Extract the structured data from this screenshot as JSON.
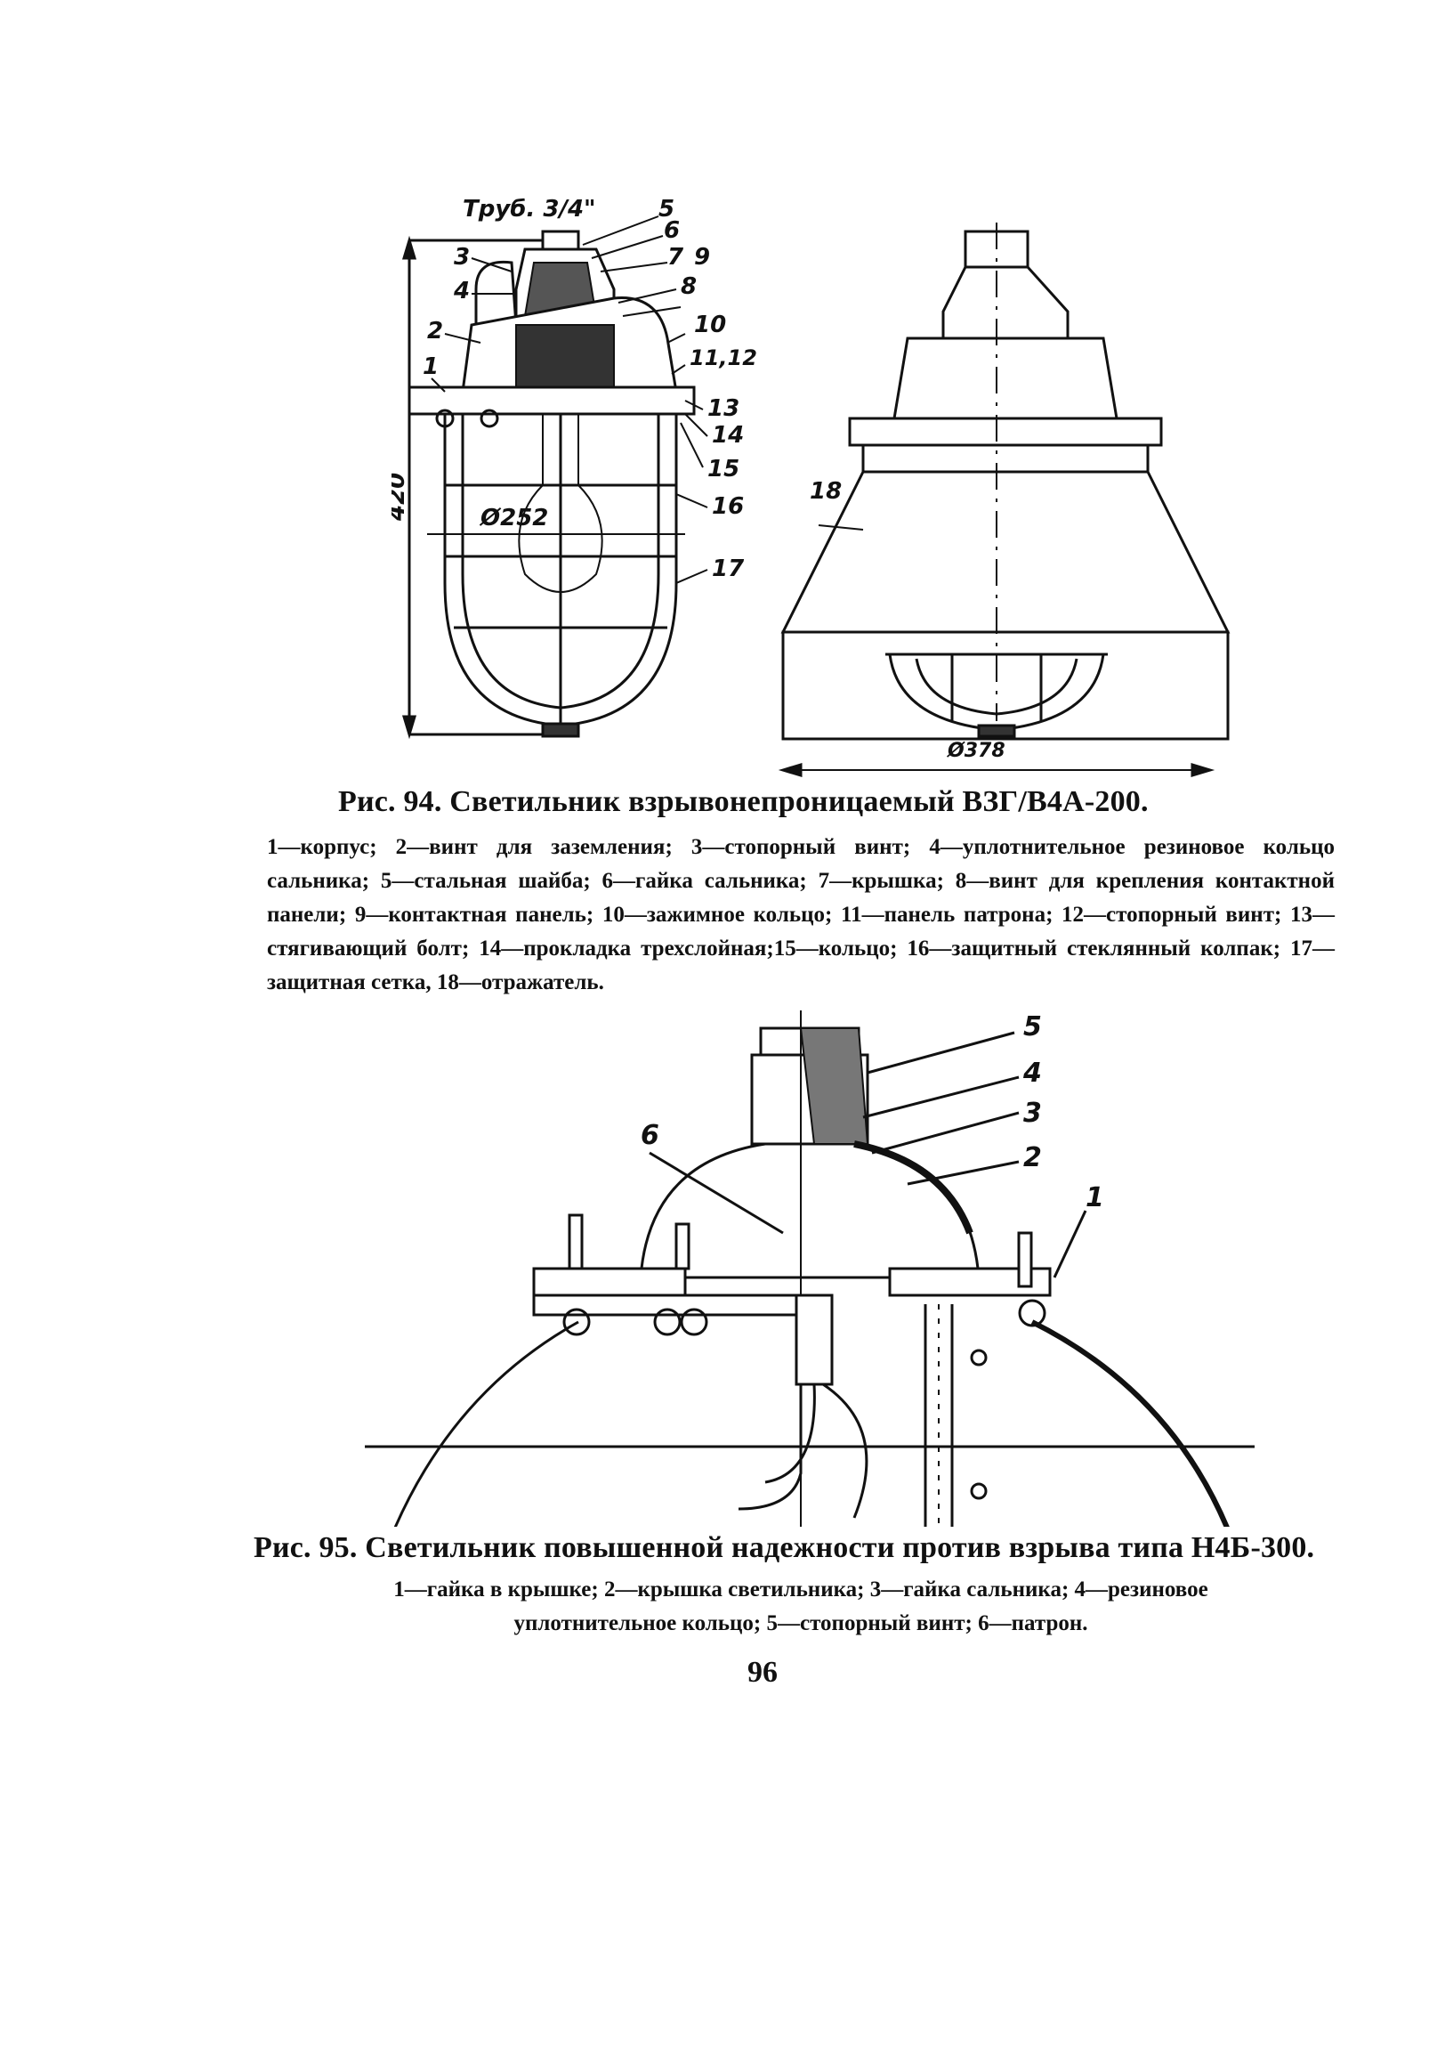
{
  "fig94": {
    "drawing_left": {
      "pipe_label": "Труб. 3/4\"",
      "dimension_height": "420",
      "dimension_diameter": "Ø252",
      "callouts": [
        "1",
        "2",
        "3",
        "4",
        "5",
        "6",
        "7",
        "8",
        "9",
        "10",
        "11,12",
        "13",
        "14",
        "15",
        "16",
        "17"
      ]
    },
    "drawing_right": {
      "callout_reflector": "18",
      "dimension_diameter": "Ø378"
    },
    "caption": "Рис. 94. Светильник взрывонепроницаемый ВЗГ/В4А-200.",
    "legend": "1—корпус; 2—винт для заземления; 3—стопорный винт; 4—уплотнительное резиновое кольцо сальника; 5—стальная шайба; 6—гайка сальника; 7—крышка; 8—винт для крепления контактной панели; 9—контактная панель; 10—зажимное кольцо; 11—панель патрона; 12—стопорный винт; 13—стягивающий болт; 14—прокладка трехслойная;15—кольцо; 16—защитный стеклянный колпак; 17—защитная сетка, 18—отражатель."
  },
  "fig95": {
    "callouts": [
      "1",
      "2",
      "3",
      "4",
      "5",
      "6"
    ],
    "caption": "Рис. 95. Светильник повышенной надежности против взрыва типа Н4Б-300.",
    "legend": "1—гайка в крышке; 2—крышка светильника; 3—гайка сальника; 4—резиновое уплотнительное кольцо; 5—стопорный винт; 6—патрон."
  },
  "page_number": "96"
}
